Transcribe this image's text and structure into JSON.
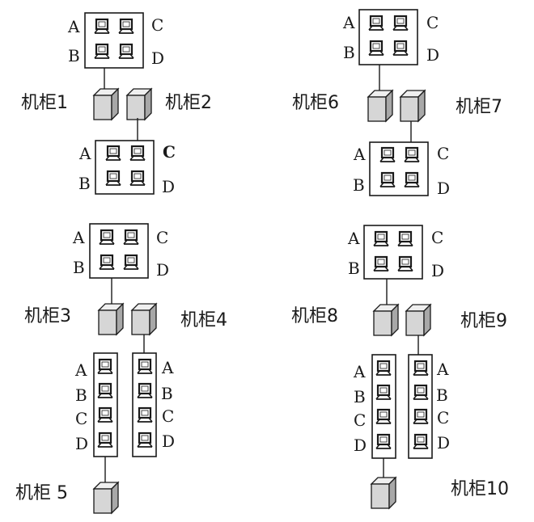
{
  "colors": {
    "line": "#1a1a1a",
    "screen": "#ffffff",
    "cabinet_front": "#d6d6d6",
    "cabinet_side": "#a8a8a8",
    "cabinet_top": "#efefef"
  },
  "icons": {
    "monitor": "monitor-icon",
    "cabinet": "server-cabinet-icon"
  },
  "port_labels": [
    "A",
    "B",
    "C",
    "D"
  ],
  "groups": [
    {
      "id": "group-cabinet-1-2",
      "cabinets": [
        {
          "id": "cabinet-1",
          "label": "机柜1"
        },
        {
          "id": "cabinet-2",
          "label": "机柜2"
        }
      ],
      "top_panel_labels": [
        "A",
        "B",
        "C",
        "D"
      ],
      "bottom_panel_labels": [
        "A",
        "B",
        "C",
        "D"
      ]
    },
    {
      "id": "group-cabinet-6-7",
      "cabinets": [
        {
          "id": "cabinet-6",
          "label": "机柜6"
        },
        {
          "id": "cabinet-7",
          "label": "机柜7"
        }
      ],
      "top_panel_labels": [
        "A",
        "B",
        "C",
        "D"
      ],
      "bottom_panel_labels": [
        "A",
        "B",
        "C",
        "D"
      ]
    },
    {
      "id": "group-cabinet-3-4-5",
      "cabinets": [
        {
          "id": "cabinet-3",
          "label": "机柜3"
        },
        {
          "id": "cabinet-4",
          "label": "机柜4"
        },
        {
          "id": "cabinet-5",
          "label": "机柜 5"
        }
      ],
      "top_panel_labels": [
        "A",
        "B",
        "C",
        "D"
      ],
      "left_column_labels": [
        "A",
        "B",
        "C",
        "D"
      ],
      "right_column_labels": [
        "A",
        "B",
        "C",
        "D"
      ]
    },
    {
      "id": "group-cabinet-8-9-10",
      "cabinets": [
        {
          "id": "cabinet-8",
          "label": "机柜8"
        },
        {
          "id": "cabinet-9",
          "label": "机柜9"
        },
        {
          "id": "cabinet-10",
          "label": "机柜10"
        }
      ],
      "top_panel_labels": [
        "A",
        "B",
        "C",
        "D"
      ],
      "left_column_labels": [
        "A",
        "B",
        "C",
        "D"
      ],
      "right_column_labels": [
        "A",
        "B",
        "C",
        "D"
      ]
    }
  ]
}
